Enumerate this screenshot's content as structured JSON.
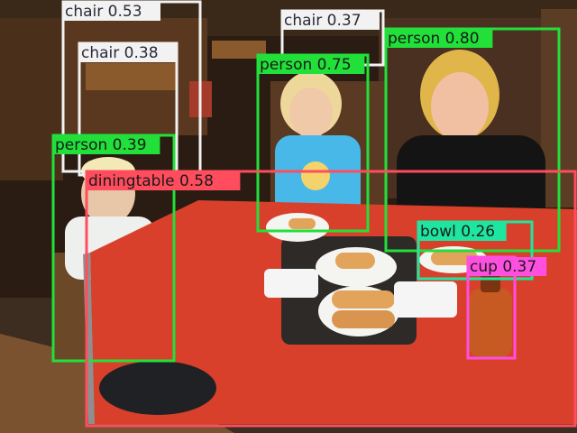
{
  "image": {
    "description_icon": "photo-restaurant-family-hotdogs",
    "colors": {
      "person": "#22e03a",
      "chair": "#f2f2f2",
      "diningtable": "#ff4d5e",
      "bowl": "#1ee6a0",
      "cup": "#ff4fe0"
    }
  },
  "detections": [
    {
      "label": "chair",
      "score": "0.53",
      "class": "chair"
    },
    {
      "label": "chair",
      "score": "0.38",
      "class": "chair"
    },
    {
      "label": "chair",
      "score": "0.37",
      "class": "chair"
    },
    {
      "label": "person",
      "score": "0.75",
      "class": "person"
    },
    {
      "label": "person",
      "score": "0.80",
      "class": "person"
    },
    {
      "label": "person",
      "score": "0.39",
      "class": "person"
    },
    {
      "label": "diningtable",
      "score": "0.58",
      "class": "diningtable"
    },
    {
      "label": "bowl",
      "score": "0.26",
      "class": "bowl"
    },
    {
      "label": "cup",
      "score": "0.37",
      "class": "cup"
    }
  ]
}
